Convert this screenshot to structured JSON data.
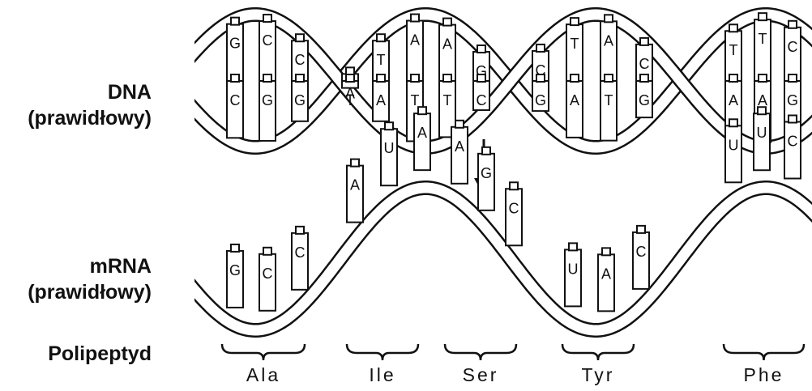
{
  "labels": {
    "dna": [
      "DNA",
      "(prawidłowy)"
    ],
    "mrna": [
      "mRNA",
      "(prawidłowy)"
    ],
    "polypeptide": "Polipeptyd"
  },
  "dna_pairs": [
    {
      "top": "G",
      "bottom": "C"
    },
    {
      "top": "C",
      "bottom": "G"
    },
    {
      "top": "C",
      "bottom": "G"
    },
    {
      "top": "A",
      "bottom": "T"
    },
    {
      "top": "T",
      "bottom": "A"
    },
    {
      "top": "A",
      "bottom": "T"
    },
    {
      "top": "A",
      "bottom": "T"
    },
    {
      "top": "G",
      "bottom": "C"
    },
    {
      "top": "C",
      "bottom": "G"
    },
    {
      "top": "T",
      "bottom": "A"
    },
    {
      "top": "A",
      "bottom": "T"
    },
    {
      "top": "C",
      "bottom": "G"
    },
    {
      "top": "T",
      "bottom": "A"
    },
    {
      "top": "T",
      "bottom": "A"
    },
    {
      "top": "C",
      "bottom": "G"
    }
  ],
  "mrna_bases": [
    "G",
    "C",
    "C",
    "A",
    "U",
    "A",
    "A",
    "G",
    "C",
    "U",
    "A",
    "C",
    "U",
    "U",
    "C"
  ],
  "codons": [
    "Ala",
    "Ile",
    "Ser",
    "Tyr",
    "Phe"
  ],
  "colors": {
    "ink": "#111111",
    "background": "#ffffff"
  }
}
